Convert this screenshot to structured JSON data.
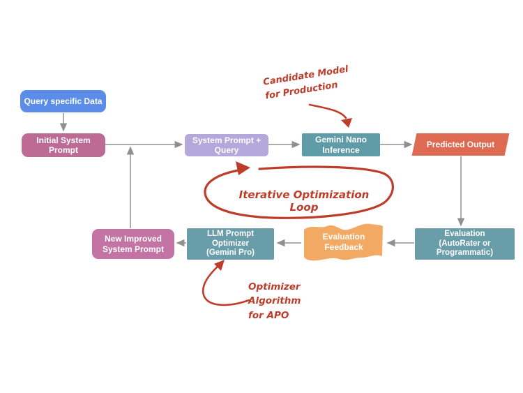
{
  "nodes": {
    "query_data": {
      "label": "Query specific Data"
    },
    "initial_prompt": {
      "lines": [
        "Initial System",
        "Prompt"
      ]
    },
    "system_prompt_query": {
      "lines": [
        "System Prompt +",
        "Query"
      ]
    },
    "gemini_nano": {
      "lines": [
        "Gemini Nano",
        "Inference"
      ]
    },
    "predicted_output": {
      "label": "Predicted Output"
    },
    "evaluation": {
      "lines": [
        "Evaluation",
        "(AutoRater or",
        "Programmatic)"
      ]
    },
    "evaluation_feedback": {
      "lines": [
        "Evaluation",
        "Feedback"
      ]
    },
    "llm_optimizer": {
      "lines": [
        "LLM Prompt",
        "Optimizer",
        "(Gemini Pro)"
      ]
    },
    "new_improved_prompt": {
      "lines": [
        "New Improved",
        "System Prompt"
      ]
    }
  },
  "annotations": {
    "candidate_model": {
      "lines": [
        "Candidate Model",
        "for Production"
      ]
    },
    "loop_label": "Iterative Optimization Loop",
    "optimizer_note": {
      "lines": [
        "Optimizer",
        "Algorithm",
        "for APO"
      ]
    }
  },
  "colors": {
    "blue": "#5B8DE8",
    "rose": "#BD6B95",
    "lavender": "#B3A7DB",
    "teal": "#639CA8",
    "salmon": "#DE6A52",
    "orange": "#F2A963",
    "magenta": "#C373A4",
    "annotation_red": "#BD3D2A",
    "connector_gray": "#909090"
  }
}
